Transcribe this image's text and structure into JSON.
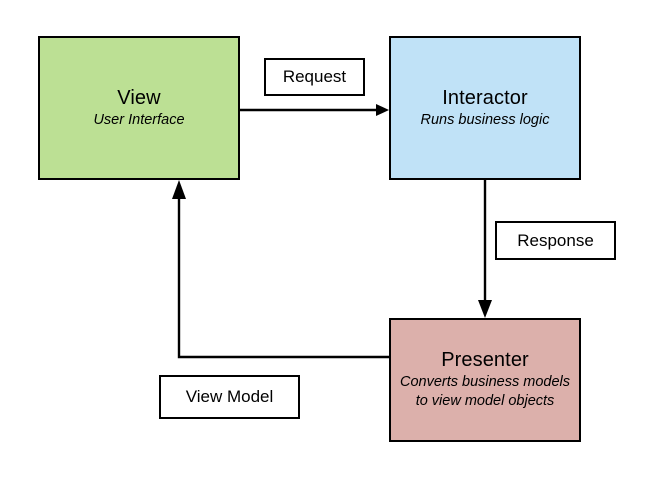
{
  "diagram": {
    "type": "flow-diagram",
    "background": "#ffffff",
    "stroke_color": "#000000",
    "nodes": [
      {
        "id": "view",
        "title": "View",
        "subtitle": "User Interface",
        "fill": "#bce094"
      },
      {
        "id": "interactor",
        "title": "Interactor",
        "subtitle": "Runs business logic",
        "fill": "#c0e2f7"
      },
      {
        "id": "presenter",
        "title": "Presenter",
        "subtitle": "Converts business models to view model objects",
        "fill": "#dcb0ab"
      }
    ],
    "edges": [
      {
        "id": "request",
        "label": "Request",
        "from": "view",
        "to": "interactor",
        "direction": "right"
      },
      {
        "id": "response",
        "label": "Response",
        "from": "interactor",
        "to": "presenter",
        "direction": "down"
      },
      {
        "id": "view-model",
        "label": "View Model",
        "from": "presenter",
        "to": "view",
        "direction": "up"
      }
    ]
  }
}
